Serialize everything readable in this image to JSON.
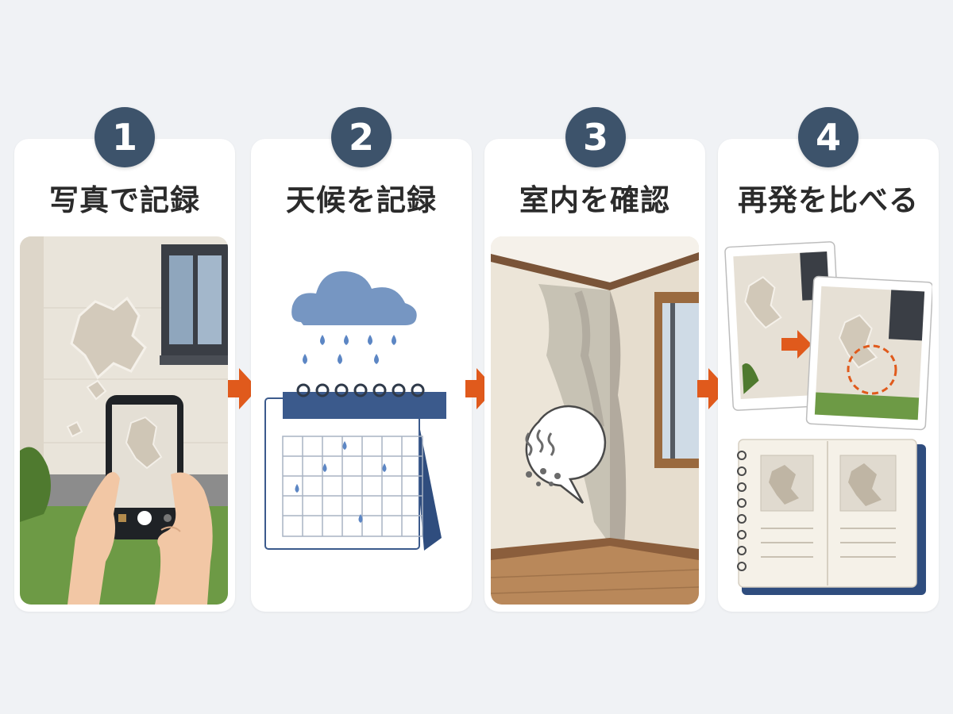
{
  "steps": [
    {
      "number": "1",
      "title": "写真で記録"
    },
    {
      "number": "2",
      "title": "天候を記録"
    },
    {
      "number": "3",
      "title": "室内を確認"
    },
    {
      "number": "4",
      "title": "再発を比べる"
    }
  ],
  "colors": {
    "badge": "#3d536b",
    "arrow": "#e05a1c",
    "background": "#f0f2f5",
    "card": "#ffffff",
    "rain": "#5c86c4",
    "calendar_header": "#3b5a8c"
  },
  "icons": [
    "smartphone-icon",
    "rain-cloud-icon",
    "calendar-icon",
    "speech-bubble-icon",
    "odor-icon",
    "mold-spore-icon",
    "photo-icon",
    "notebook-icon",
    "arrow-right-icon"
  ]
}
